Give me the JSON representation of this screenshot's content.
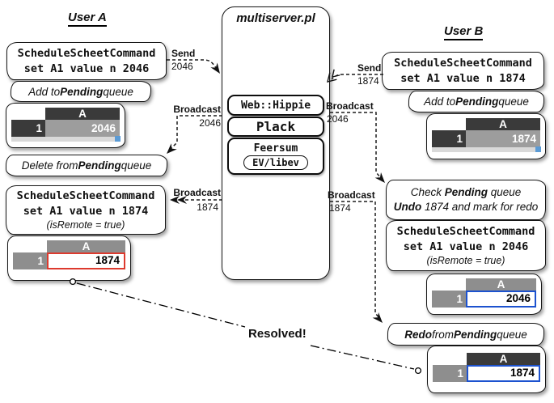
{
  "colors": {
    "cell_dark": "#3a3a3a",
    "cell_mid": "#8e8e8e",
    "cell_value_gray": "#9d9d9d",
    "row_partial": "#d9d9d9",
    "border_red": "#dd3a2e",
    "border_blue": "#1c52cf",
    "selection_square": "#5b9bd5"
  },
  "user_a": {
    "title": "User A",
    "cmd1_line1": "ScheduleScheetCommand",
    "cmd1_line2": "set A1 value n 2046",
    "note_add": {
      "pre": "Add to ",
      "bold": "Pending",
      "post": " queue"
    },
    "table1": {
      "col": "A",
      "row": "1",
      "value": "2046"
    },
    "note_delete": {
      "pre": "Delete from ",
      "bold": "Pending",
      "post": " queue"
    },
    "cmd2_line1": "ScheduleScheetCommand",
    "cmd2_line2": "set A1 value n 1874",
    "cmd2_line3": "(isRemote = true)",
    "table2": {
      "col": "A",
      "row": "1",
      "value": "1874"
    }
  },
  "server": {
    "title": "multiserver.pl",
    "layers": [
      "Web::Hippie",
      "Plack",
      "Feersum"
    ],
    "sublayer": "EV/libev"
  },
  "user_b": {
    "title": "User B",
    "cmd1_line1": "ScheduleScheetCommand",
    "cmd1_line2": "set A1 value n 1874",
    "note_add": {
      "pre": "Add to ",
      "bold": "Pending",
      "post": " queue"
    },
    "table1": {
      "col": "A",
      "row": "1",
      "value": "1874"
    },
    "note_check_line1": {
      "pre": "Check ",
      "bold": "Pending",
      "post": " queue"
    },
    "note_check_line2": {
      "bold": "Undo",
      "post": " 1874 and mark for redo"
    },
    "cmd2_line1": "ScheduleScheetCommand",
    "cmd2_line2": "set A1 value n 2046",
    "cmd2_line3": "(isRemote = true)",
    "table2": {
      "col": "A",
      "row": "1",
      "value": "2046"
    },
    "note_redo": {
      "bold": "Redo",
      "mid": " from ",
      "bold2": "Pending",
      "post": " queue"
    },
    "table3": {
      "col": "A",
      "row": "1",
      "value": "1874"
    }
  },
  "arrows": {
    "send_a": {
      "label": "Send",
      "value": "2046"
    },
    "broadcast_a1": {
      "label": "Broadcast",
      "value": "2046"
    },
    "broadcast_a2": {
      "label": "Broadcast",
      "value": "1874"
    },
    "send_b": {
      "label": "Send",
      "value": "1874"
    },
    "broadcast_b1": {
      "label": "Broadcast",
      "value": "2046"
    },
    "broadcast_b2": {
      "label": "Broadcast",
      "value": "1874"
    }
  },
  "resolved": "Resolved!"
}
